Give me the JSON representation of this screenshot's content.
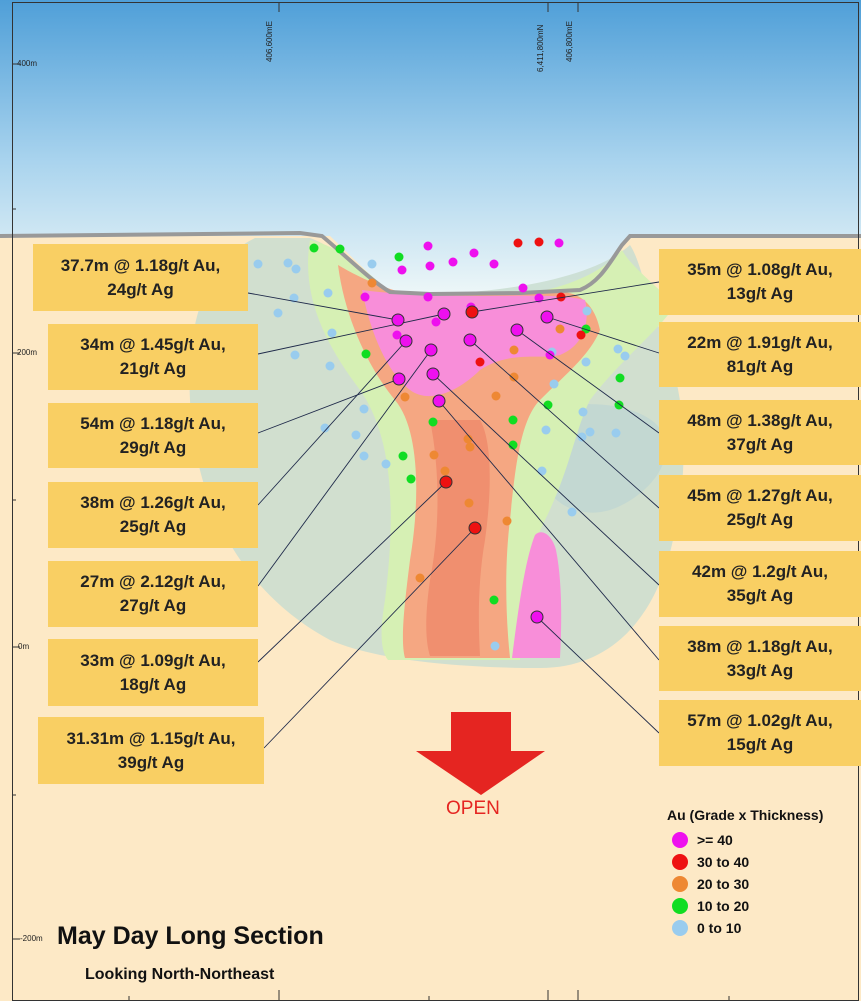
{
  "title": "May Day Long Section",
  "subtitle": "Looking North-Northeast",
  "open_label": "OPEN",
  "axis": {
    "elevation_labels": [
      "400m",
      "200m",
      "0m",
      "-200m"
    ],
    "easting_labels": [
      "406,600mE",
      "6,411,800mN",
      "406,800mE"
    ]
  },
  "legend": {
    "title": "Au (Grade x Thickness)",
    "items": [
      {
        "label": ">= 40",
        "color": "#ee10ee"
      },
      {
        "label": "30 to 40",
        "color": "#ee1111"
      },
      {
        "label": "20 to 30",
        "color": "#ee8833"
      },
      {
        "label": "10 to 20",
        "color": "#11dd22"
      },
      {
        "label": "0 to 10",
        "color": "#99ccee"
      }
    ]
  },
  "callouts_left": [
    {
      "line1": "37.7m @ 1.18g/t Au,",
      "line2": "24g/t Ag"
    },
    {
      "line1": "34m @ 1.45g/t Au,",
      "line2": "21g/t Ag"
    },
    {
      "line1": "54m @ 1.18g/t Au,",
      "line2": "29g/t Ag"
    },
    {
      "line1": "38m @ 1.26g/t Au,",
      "line2": "25g/t Ag"
    },
    {
      "line1": "27m @ 2.12g/t Au,",
      "line2": "27g/t Ag"
    },
    {
      "line1": "33m @ 1.09g/t Au,",
      "line2": "18g/t Ag"
    },
    {
      "line1": "31.31m @ 1.15g/t Au,",
      "line2": "39g/t Ag"
    }
  ],
  "callouts_right": [
    {
      "line1": "35m @ 1.08g/t Au,",
      "line2": "13g/t Ag"
    },
    {
      "line1": "22m @ 1.91g/t Au,",
      "line2": "81g/t Ag"
    },
    {
      "line1": "48m @ 1.38g/t Au,",
      "line2": "37g/t Ag"
    },
    {
      "line1": "45m @ 1.27g/t Au,",
      "line2": "25g/t Ag"
    },
    {
      "line1": "42m @ 1.2g/t Au,",
      "line2": "35g/t Ag"
    },
    {
      "line1": "38m @ 1.18g/t Au,",
      "line2": "33g/t Ag"
    },
    {
      "line1": "57m @ 1.02g/t Au,",
      "line2": "15g/t Ag"
    }
  ],
  "colors": {
    "sky_top": "#4f9fd8",
    "sky_bottom": "#e8f4f8",
    "ground": "#fde9c6",
    "halo": "#c9ddd0",
    "low_grade": "#d6f0b4",
    "mid_grade": "#f5a782",
    "high_grade": "#f88ed9",
    "callout": "#f9cf63",
    "open_arrow": "#e52521"
  }
}
